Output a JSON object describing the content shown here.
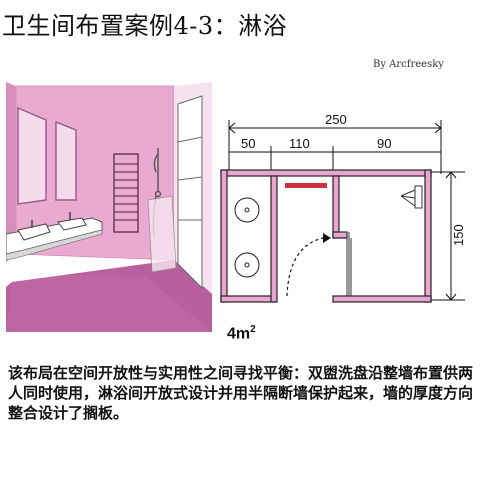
{
  "header": {
    "title": "卫生间布置案例4-3：淋浴",
    "author": "By Arcfreesky"
  },
  "floor_plan": {
    "dimensions": {
      "total_width": "250",
      "segment_1": "50",
      "segment_2": "110",
      "segment_3": "90",
      "height": "150"
    }
  },
  "area": {
    "value": "4m",
    "unit_superscript": "2"
  },
  "description": "该布局在空间开放性与实用性之间寻找平衡：双盥洗盘沿整墙布置供两人同时使用，淋浴间开放式设计并用半隔断墙保护起来，墙的厚度方向整合设计了搁板。",
  "colors": {
    "wall_pink": "#e8a7cf",
    "floor_pink": "#b8609e",
    "light_pink": "#f3cfe6",
    "radiator_red": "#c8343c"
  }
}
